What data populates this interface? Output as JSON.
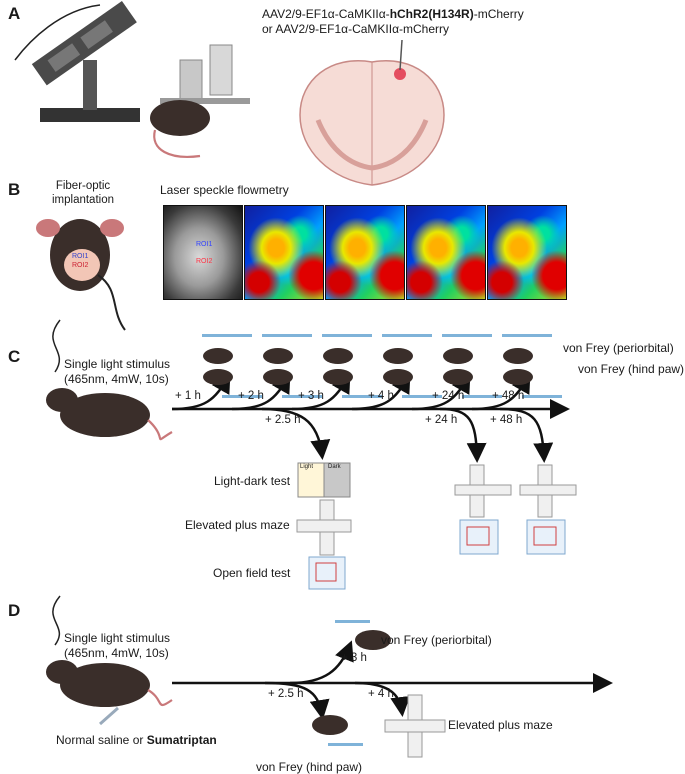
{
  "panel_a": {
    "letter": "A",
    "virus_line1_prefix": "AAV2/9-EF1α-CaMKIIα-",
    "virus_line1_bold": "hChR2(H134R)",
    "virus_line1_suffix": "-mCherry",
    "virus_line2": "or AAV2/9-EF1α-CaMKIIα-mCherry"
  },
  "panel_b": {
    "letter": "B",
    "fiber_label_line1": "Fiber-optic",
    "fiber_label_line2": "implantation",
    "speckle_title": "Laser speckle flowmetry",
    "roi1": "ROI1",
    "roi2": "ROI2"
  },
  "panel_c": {
    "letter": "C",
    "stimulus_line1": "Single light stimulus",
    "stimulus_line2": "(465nm, 4mW, 10s)",
    "von_frey_periorbital": "von Frey (periorbital)",
    "von_frey_hind_paw": "von Frey (hind paw)",
    "upper_timepoints": [
      "+ 1 h",
      "+ 2 h",
      "+ 3 h",
      "+ 4 h",
      "+ 24 h",
      "+ 48 h"
    ],
    "lower_timepoints": [
      "+ 2.5 h",
      "+ 24 h",
      "+ 48 h"
    ],
    "tests": [
      "Light-dark test",
      "Elevated plus maze",
      "Open field test"
    ],
    "box_light": "Light",
    "box_dark": "Dark"
  },
  "panel_d": {
    "letter": "D",
    "stimulus_line1": "Single light stimulus",
    "stimulus_line2": "(465nm, 4mW, 10s)",
    "treatment_prefix": "Normal saline or ",
    "treatment_bold": "Sumatriptan",
    "von_frey_periorbital": "von Frey (periorbital)",
    "von_frey_hind_paw": "von Frey (hind paw)",
    "elevated_plus_maze": "Elevated plus maze",
    "t_3h": "+ 3 h",
    "t_2_5h": "+ 2.5 h",
    "t_4h": "+ 4 h"
  },
  "colors": {
    "arrow": "#111111",
    "mouse": "#3a2e2a",
    "tail": "#c9787a",
    "brain_fill": "#f6dcd6",
    "brain_line": "#c88a86",
    "stimulation_spot": "#e0344a",
    "filament_blue": "#7fb3d9"
  }
}
